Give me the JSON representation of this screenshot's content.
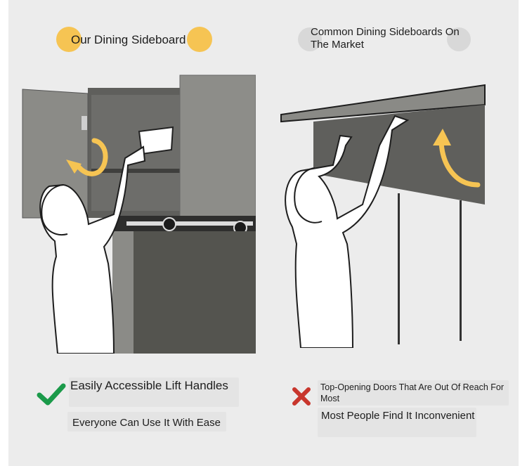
{
  "left_panel": {
    "title": "Our Dining Sideboard",
    "verdict_icon": "checkmark-icon",
    "verdict_color": "#1b9a4a",
    "headline": "Easily Accessible Lift Handles",
    "subline": "Everyone Can Use It With Ease"
  },
  "right_panel": {
    "title": "Common Dining Sideboards On The Market",
    "verdict_icon": "cross-icon",
    "verdict_color": "#c8362d",
    "headline": "Top-Opening Doors That Are Out Of Reach For Most",
    "subline": "Most People Find It Inconvenient"
  },
  "colors": {
    "accent_yellow": "#f6c453",
    "cabinet_grey": "#8b8b87",
    "cabinet_dark": "#5e5e5b",
    "background": "#ececec"
  }
}
